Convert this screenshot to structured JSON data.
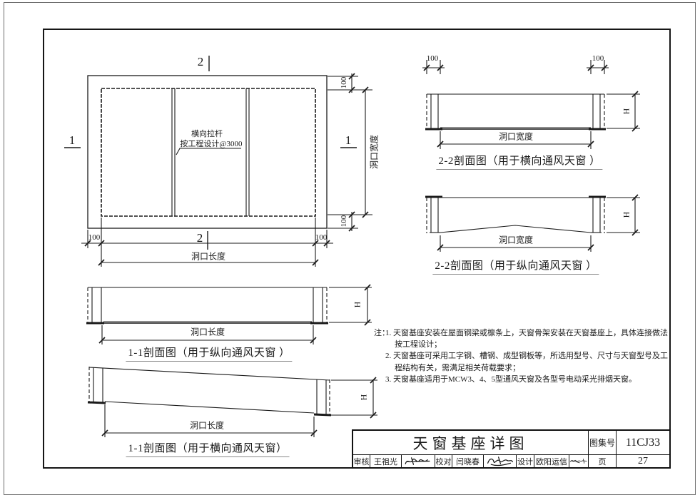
{
  "plan_view": {
    "section_mark_top": "2",
    "section_mark_bottom": "2",
    "section_mark_left": "1",
    "section_mark_right": "1",
    "leader_label_line1": "横向拉杆",
    "leader_label_line2": "按工程设计@3000",
    "dim_offset_top": "100",
    "dim_offset_bottom": "100",
    "dim_offset_left": "100",
    "dim_offset_right": "100",
    "dim_width_label": "洞口宽度",
    "dim_length_label": "洞口长度"
  },
  "sections": {
    "s22_transverse": {
      "title": "2-2剖面图（用于横向通风天窗 ）",
      "dim_offset_left": "100",
      "dim_offset_right": "100",
      "span_label": "洞口宽度",
      "height_label": "H"
    },
    "s22_longitudinal": {
      "title": "2-2剖面图（用于纵向通风天窗 ）",
      "span_label": "洞口宽度",
      "height_label": "H"
    },
    "s11_longitudinal": {
      "title": "1-1剖面图（用于纵向通风天窗 ）",
      "span_label": "洞口长度",
      "height_label": "H"
    },
    "s11_transverse": {
      "title": "1-1剖面图（用于横向通风天窗）",
      "span_label": "洞口长度",
      "height_label": "H"
    }
  },
  "notes": {
    "label": "注：",
    "items": [
      "1. 天窗基座安装在屋面钢梁或檩条上，天窗骨架安装在天窗基座上，具体连接做法按工程设计；",
      "2. 天窗基座可采用工字钢、槽钢、成型钢板等，所选用型号、尺寸与天窗型号及工程结构有关，需满足相关荷载要求；",
      "3. 天窗基座适用于MCW3、4、5型通风天窗及各型号电动采光排烟天窗。"
    ]
  },
  "title_block": {
    "drawing_title": "天窗基座详图",
    "atlas_no_label": "图集号",
    "atlas_no": "11CJ33",
    "page_label": "页",
    "page_no": "27",
    "reviewer_label": "审核",
    "reviewer_name": "王祖光",
    "checker_label": "校对",
    "checker_name": "闫晓春",
    "designer_label": "设计",
    "designer_name": "欧阳运信"
  },
  "colors": {
    "line": "#1a1a1a",
    "thick_base": "#5a5a5a",
    "frame": "#161616"
  }
}
